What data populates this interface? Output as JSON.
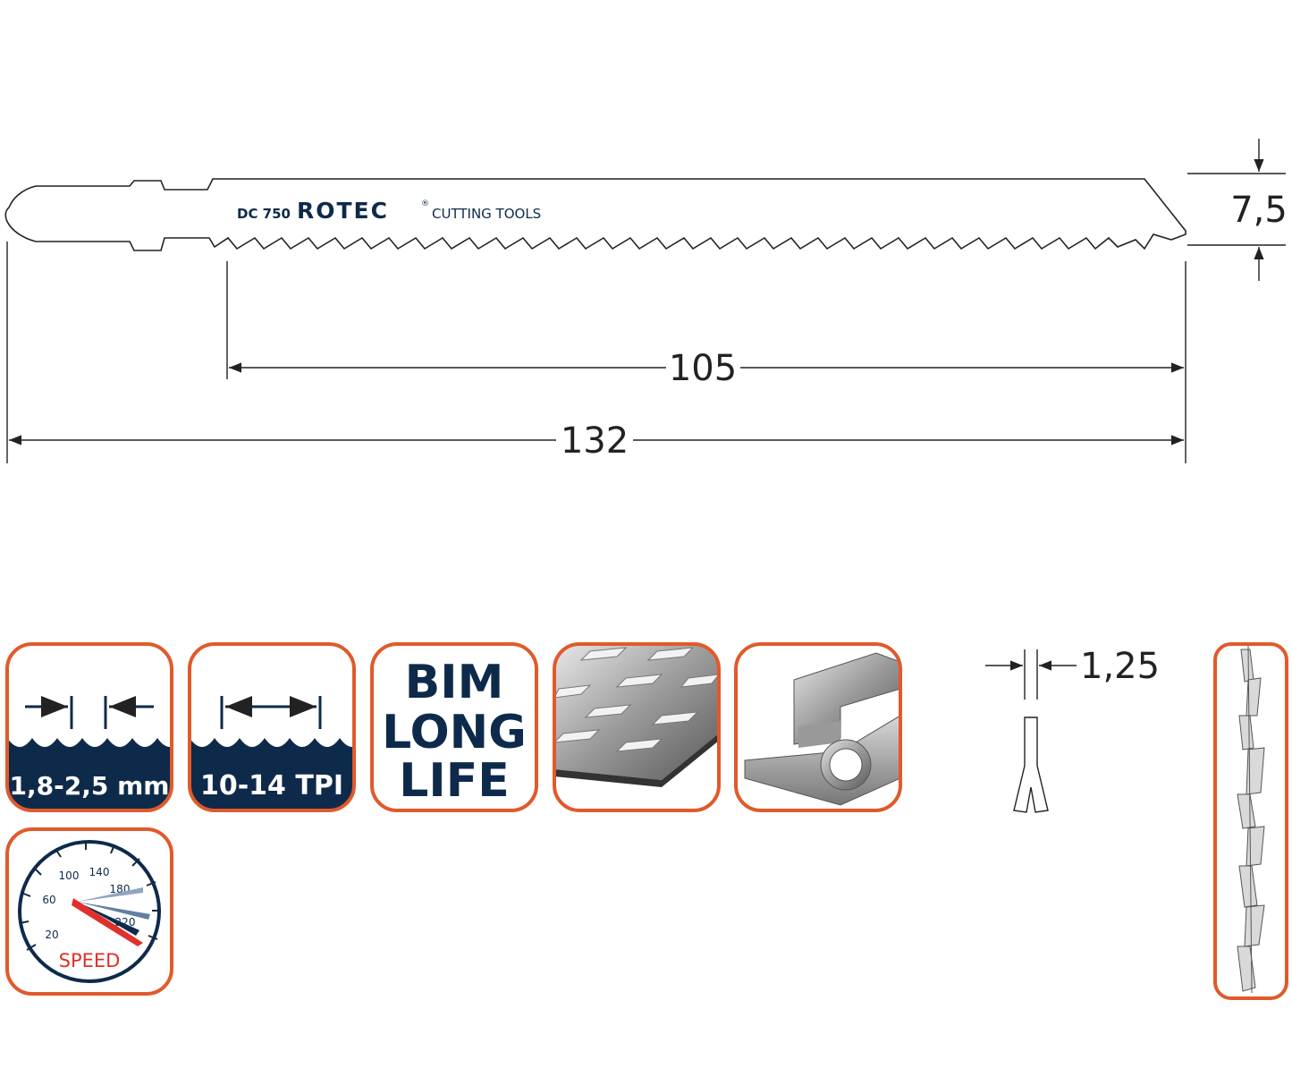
{
  "blade": {
    "model": "DC 750",
    "brand": "ROTEC",
    "registered_mark": "®",
    "tagline": "CUTTING TOOLS"
  },
  "dimensions": {
    "total_length": "132",
    "working_length": "105",
    "width": "7,5",
    "thickness": "1,25"
  },
  "icons": {
    "tooth_pitch": "1,8-2,5 mm",
    "tpi": "10-14 TPI",
    "material": [
      "BIM",
      "LONG",
      "LIFE"
    ],
    "speed_label": "SPEED",
    "speed_ticks": [
      "20",
      "60",
      "100",
      "140",
      "180",
      "220"
    ]
  },
  "colors": {
    "frame": "#e05a2b",
    "navy": "#0e2a4b",
    "speed_needle": "#e0302b",
    "line": "#222222"
  }
}
